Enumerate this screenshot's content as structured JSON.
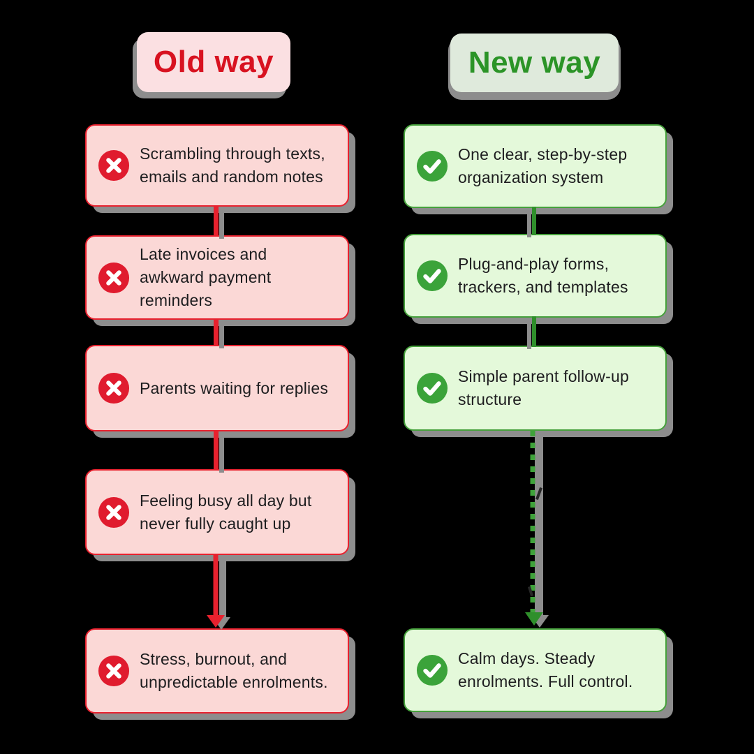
{
  "titles": {
    "old": "Old way",
    "new": "New way"
  },
  "old_column": {
    "items": [
      {
        "icon": "x-circle-icon",
        "text": "Scrambling through texts,\nemails and random notes"
      },
      {
        "icon": "x-circle-icon",
        "text": "Late invoices and\nawkward payment\nreminders"
      },
      {
        "icon": "x-circle-icon",
        "text": "Parents waiting for replies"
      },
      {
        "icon": "x-circle-icon",
        "text": "Feeling busy all day but\nnever fully caught up"
      },
      {
        "icon": "x-circle-icon",
        "text": "Stress, burnout, and\nunpredictable enrolments."
      }
    ]
  },
  "new_column": {
    "items": [
      {
        "icon": "check-circle-icon",
        "text": "One clear, step-by-step\norganization system"
      },
      {
        "icon": "check-circle-icon",
        "text": "Plug-and-play forms,\ntrackers, and templates"
      },
      {
        "icon": "check-circle-icon",
        "text": "Simple parent follow-up\nstructure"
      },
      {
        "icon": "check-circle-icon",
        "text": "Calm days. Steady\nenrolments. Full control."
      }
    ]
  },
  "colors": {
    "red_border": "#e8212e",
    "red_fill": "#fbd8d6",
    "red_icon": "#e01b2e",
    "red_title": "#d81220",
    "red_title_bg": "#fbe0e2",
    "green_border": "#46a13c",
    "green_fill": "#e4f9da",
    "green_icon": "#3ba33a",
    "green_title": "#2b9427",
    "green_title_bg": "#dfeadc",
    "green_line": "#2f8f2b",
    "green_dot": "#3fa33a",
    "shadow": "#8d8d8d",
    "text": "#1d1d1f"
  }
}
